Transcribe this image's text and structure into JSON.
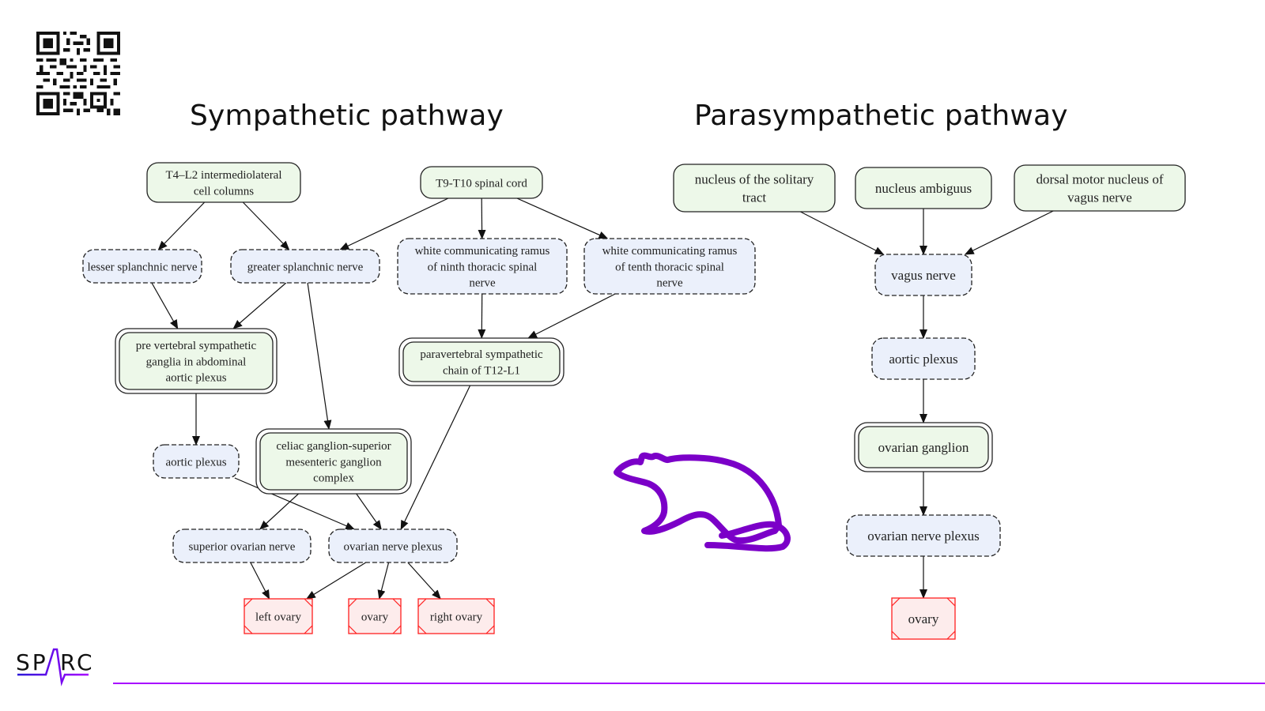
{
  "titles": {
    "sympathetic": "Sympathetic pathway",
    "parasympathetic": "Parasympathetic pathway"
  },
  "logo": {
    "text": "SPARC",
    "icon": "sparc-logo-icon"
  },
  "colors": {
    "green_fill": "#edf8e9",
    "blue_fill": "#ebf0fb",
    "pink_fill": "#fdecec",
    "organ_border": "#ff2020",
    "edge": "#111111",
    "accent": "#a800ff",
    "rat": "#7b00c8"
  },
  "legend_shapes": {
    "solid_rounded": "source nucleus / spinal segment",
    "dashed_rounded": "nerve / plexus",
    "double_rounded": "ganglion",
    "red_octagon": "target organ"
  },
  "sympathetic": {
    "nodes": [
      {
        "id": "t4l2",
        "label": [
          "T4–L2 intermediolateral",
          "cell columns"
        ],
        "type": "solid"
      },
      {
        "id": "t9t10",
        "label": [
          "T9-T10 spinal cord"
        ],
        "type": "solid"
      },
      {
        "id": "lsn",
        "label": [
          "lesser splanchnic nerve"
        ],
        "type": "dashed"
      },
      {
        "id": "gsn",
        "label": [
          "greater splanchnic nerve"
        ],
        "type": "dashed"
      },
      {
        "id": "wcr9",
        "label": [
          "white communicating ramus",
          "of ninth thoracic spinal",
          "nerve"
        ],
        "type": "dashed"
      },
      {
        "id": "wcr10",
        "label": [
          "white communicating ramus",
          "of tenth thoracic spinal",
          "nerve"
        ],
        "type": "dashed"
      },
      {
        "id": "prevert",
        "label": [
          "pre vertebral sympathetic",
          "ganglia in abdominal",
          "aortic plexus"
        ],
        "type": "double"
      },
      {
        "id": "paravert",
        "label": [
          "paravertebral sympathetic",
          "chain of T12-L1"
        ],
        "type": "double"
      },
      {
        "id": "aortic",
        "label": [
          "aortic plexus"
        ],
        "type": "dashed"
      },
      {
        "id": "celiac",
        "label": [
          "celiac ganglion-superior",
          "mesenteric ganglion",
          "complex"
        ],
        "type": "double"
      },
      {
        "id": "son",
        "label": [
          "superior ovarian nerve"
        ],
        "type": "dashed"
      },
      {
        "id": "onp",
        "label": [
          "ovarian nerve plexus"
        ],
        "type": "dashed"
      },
      {
        "id": "lovary",
        "label": [
          "left ovary"
        ],
        "type": "organ"
      },
      {
        "id": "ovary",
        "label": [
          "ovary"
        ],
        "type": "organ"
      },
      {
        "id": "rovary",
        "label": [
          "right ovary"
        ],
        "type": "organ"
      }
    ],
    "edges": [
      [
        "t4l2",
        "lsn"
      ],
      [
        "t4l2",
        "gsn"
      ],
      [
        "t9t10",
        "gsn"
      ],
      [
        "t9t10",
        "wcr9"
      ],
      [
        "t9t10",
        "wcr10"
      ],
      [
        "lsn",
        "prevert"
      ],
      [
        "gsn",
        "prevert"
      ],
      [
        "gsn",
        "celiac"
      ],
      [
        "wcr9",
        "paravert"
      ],
      [
        "wcr10",
        "paravert"
      ],
      [
        "prevert",
        "aortic"
      ],
      [
        "aortic",
        "onp"
      ],
      [
        "celiac",
        "son"
      ],
      [
        "celiac",
        "onp"
      ],
      [
        "paravert",
        "onp"
      ],
      [
        "son",
        "lovary"
      ],
      [
        "onp",
        "lovary"
      ],
      [
        "onp",
        "ovary"
      ],
      [
        "onp",
        "rovary"
      ]
    ]
  },
  "parasympathetic": {
    "nodes": [
      {
        "id": "nts",
        "label": [
          "nucleus of the solitary",
          "tract"
        ],
        "type": "solid"
      },
      {
        "id": "na",
        "label": [
          "nucleus ambiguus"
        ],
        "type": "solid"
      },
      {
        "id": "dmnv",
        "label": [
          "dorsal motor nucleus of",
          "vagus nerve"
        ],
        "type": "solid"
      },
      {
        "id": "vagus",
        "label": [
          "vagus nerve"
        ],
        "type": "dashed"
      },
      {
        "id": "paortic",
        "label": [
          "aortic plexus"
        ],
        "type": "dashed"
      },
      {
        "id": "og",
        "label": [
          "ovarian ganglion"
        ],
        "type": "double"
      },
      {
        "id": "ponp",
        "label": [
          "ovarian nerve plexus"
        ],
        "type": "dashed"
      },
      {
        "id": "povary",
        "label": [
          "ovary"
        ],
        "type": "organ"
      }
    ],
    "edges": [
      [
        "nts",
        "vagus"
      ],
      [
        "na",
        "vagus"
      ],
      [
        "dmnv",
        "vagus"
      ],
      [
        "vagus",
        "paortic"
      ],
      [
        "paortic",
        "og"
      ],
      [
        "og",
        "ponp"
      ],
      [
        "ponp",
        "povary"
      ]
    ]
  },
  "illustration": {
    "icon": "rat-icon"
  }
}
